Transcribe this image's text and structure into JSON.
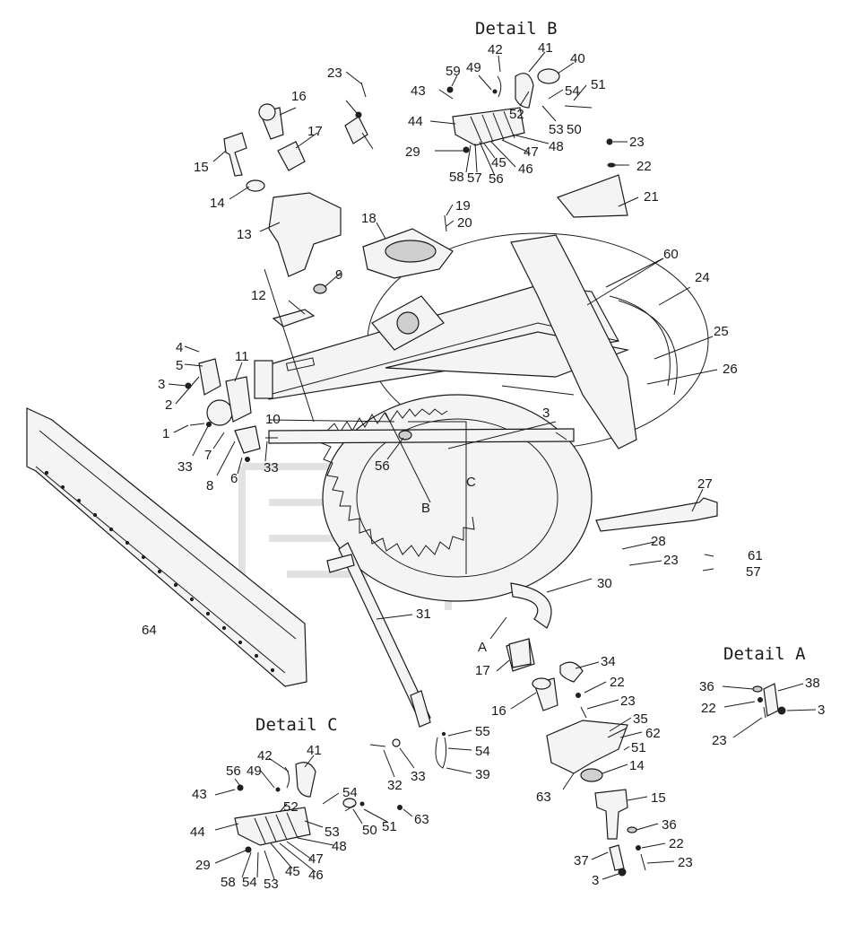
{
  "titles": {
    "detail_a": "Detail A",
    "detail_b": "Detail B",
    "detail_c": "Detail C"
  },
  "callouts": {
    "main": [
      "1",
      "2",
      "3",
      "4",
      "5",
      "6",
      "7",
      "8",
      "9",
      "10",
      "11",
      "12",
      "13",
      "14",
      "15",
      "16",
      "17",
      "18",
      "19",
      "20",
      "21",
      "22",
      "23",
      "23",
      "24",
      "25",
      "26",
      "27",
      "28",
      "23",
      "30",
      "31",
      "33",
      "33",
      "56",
      "3",
      "60",
      "64",
      "61",
      "57"
    ],
    "detail_b": [
      "59",
      "49",
      "42",
      "41",
      "40",
      "43",
      "44",
      "29",
      "58",
      "57",
      "56",
      "45",
      "46",
      "47",
      "48",
      "52",
      "53",
      "50",
      "54",
      "51"
    ],
    "detail_a_marker": "A",
    "detail_b_marker": "B",
    "detail_c_marker": "C",
    "lower_center": [
      "34",
      "22",
      "23",
      "16",
      "17",
      "35",
      "62",
      "51",
      "14",
      "63",
      "15",
      "36",
      "22",
      "23",
      "37",
      "3",
      "55",
      "54",
      "39",
      "32",
      "33"
    ],
    "detail_a": [
      "36",
      "38",
      "22",
      "3",
      "23"
    ],
    "detail_c": [
      "56",
      "49",
      "42",
      "41",
      "43",
      "44",
      "29",
      "58",
      "54",
      "53",
      "45",
      "46",
      "47",
      "48",
      "52",
      "54",
      "50",
      "51",
      "53",
      "63"
    ]
  }
}
